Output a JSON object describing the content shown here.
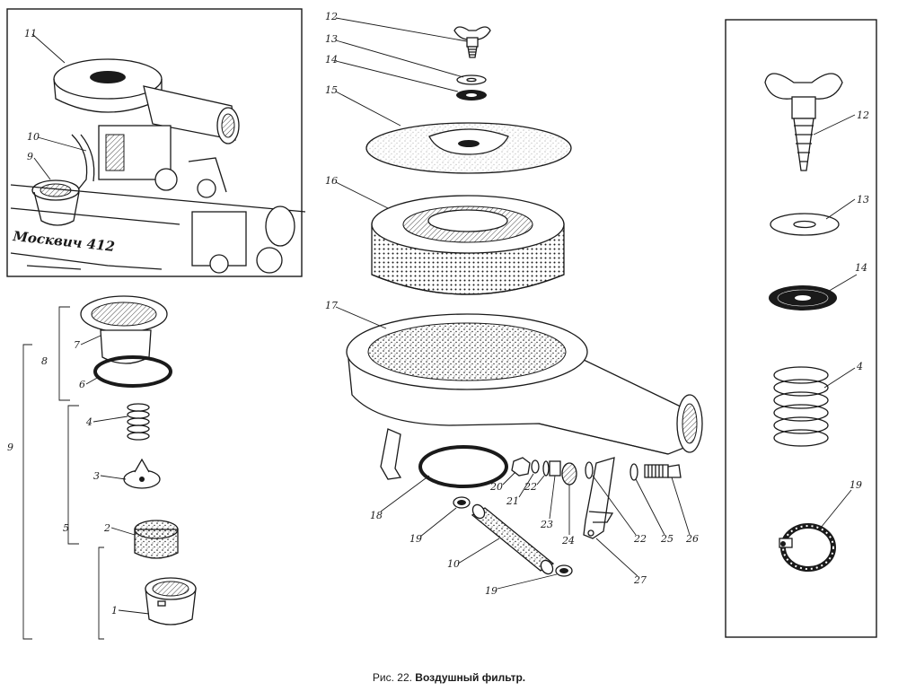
{
  "caption": {
    "prefix": "Рис. 22.",
    "title": "Воздушный фильтр."
  },
  "engine_script": "Москвич 412",
  "labels": {
    "l11": "11",
    "l10a": "10",
    "l9a": "9",
    "l12": "12",
    "l13": "13",
    "l14": "14",
    "l15": "15",
    "l16": "16",
    "l17": "17",
    "l18": "18",
    "l19a": "19",
    "l10b": "10",
    "l19b": "19",
    "l20": "20",
    "l21": "21",
    "l22a": "22",
    "l23": "23",
    "l24": "24",
    "l22b": "22",
    "l25": "25",
    "l26": "26",
    "l27": "27",
    "l7": "7",
    "l8": "8",
    "l6": "6",
    "l4a": "4",
    "l9b": "9",
    "l3": "3",
    "l5": "5",
    "l2": "2",
    "l1": "1",
    "r12": "12",
    "r13": "13",
    "r14": "14",
    "r4": "4",
    "r19": "19"
  }
}
